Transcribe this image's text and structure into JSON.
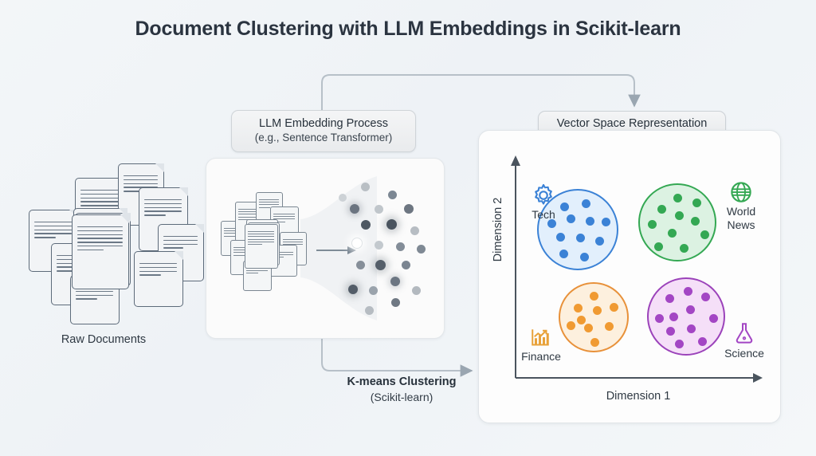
{
  "page": {
    "title": "Document Clustering with LLM Embeddings in Scikit-learn",
    "background_color": "#f1f5f8"
  },
  "stages": {
    "raw_documents": {
      "caption": "Raw Documents",
      "document_count": 11
    },
    "embedding": {
      "label_line1": "LLM Embedding Process",
      "label_line2": "(e.g., Sentence Transformer)",
      "mini_document_count": 11,
      "embedding_dot_count": 22
    },
    "clustering": {
      "label_line1": "K-means Clustering",
      "label_line2": "(Scikit-learn)"
    },
    "vector_space": {
      "label": "Vector Space Representation",
      "x_axis_label": "Dimension 1",
      "y_axis_label": "Dimension 2"
    }
  },
  "chart_data": {
    "type": "scatter",
    "title": "Vector Space Representation",
    "xlabel": "Dimension 1",
    "ylabel": "Dimension 2",
    "grid": false,
    "legend": "inline-icon-labels",
    "clusters": [
      {
        "name": "Tech",
        "icon": "gear-icon",
        "color": "#3b82d6",
        "fill": "#dbeafe",
        "label_position": "top-left",
        "point_count": 11,
        "center": [
          0.28,
          0.72
        ],
        "radius": 0.16,
        "points": [
          [
            0.22,
            0.83
          ],
          [
            0.33,
            0.85
          ],
          [
            0.16,
            0.74
          ],
          [
            0.27,
            0.76
          ],
          [
            0.36,
            0.75
          ],
          [
            0.43,
            0.76
          ],
          [
            0.21,
            0.69
          ],
          [
            0.3,
            0.68
          ],
          [
            0.38,
            0.7
          ],
          [
            0.26,
            0.61
          ],
          [
            0.36,
            0.63
          ]
        ]
      },
      {
        "name": "World News",
        "icon": "globe-icon",
        "color": "#34a853",
        "fill": "#d8f0de",
        "label_position": "top-right",
        "point_count": 10,
        "center": [
          0.68,
          0.74
        ],
        "radius": 0.15,
        "points": [
          [
            0.66,
            0.86
          ],
          [
            0.75,
            0.84
          ],
          [
            0.59,
            0.79
          ],
          [
            0.67,
            0.79
          ],
          [
            0.55,
            0.74
          ],
          [
            0.72,
            0.73
          ],
          [
            0.63,
            0.71
          ],
          [
            0.79,
            0.7
          ],
          [
            0.58,
            0.65
          ],
          [
            0.7,
            0.64
          ]
        ]
      },
      {
        "name": "Finance",
        "icon": "bar-chart-icon",
        "color": "#e8913a",
        "fill": "#fdecd8",
        "label_position": "bottom-left",
        "point_count": 9,
        "center": [
          0.33,
          0.27
        ],
        "radius": 0.14,
        "points": [
          [
            0.32,
            0.37
          ],
          [
            0.25,
            0.31
          ],
          [
            0.37,
            0.3
          ],
          [
            0.44,
            0.32
          ],
          [
            0.21,
            0.25
          ],
          [
            0.3,
            0.24
          ],
          [
            0.4,
            0.23
          ],
          [
            0.34,
            0.16
          ],
          [
            0.27,
            0.34
          ]
        ]
      },
      {
        "name": "Science",
        "icon": "flask-icon",
        "color": "#9b42ba",
        "fill": "#f3dcf7",
        "label_position": "bottom-right",
        "point_count": 11,
        "center": [
          0.7,
          0.27
        ],
        "radius": 0.155,
        "points": [
          [
            0.69,
            0.39
          ],
          [
            0.61,
            0.36
          ],
          [
            0.77,
            0.36
          ],
          [
            0.66,
            0.32
          ],
          [
            0.56,
            0.29
          ],
          [
            0.73,
            0.29
          ],
          [
            0.82,
            0.29
          ],
          [
            0.6,
            0.25
          ],
          [
            0.7,
            0.24
          ],
          [
            0.63,
            0.17
          ],
          [
            0.75,
            0.17
          ]
        ]
      }
    ]
  },
  "connectors": [
    {
      "name": "documents-to-embedding",
      "from": "raw_documents",
      "to": "embedding",
      "style": "straight-arrow"
    },
    {
      "name": "embedding-to-vectorspace-top",
      "from": "embedding",
      "to": "vector_space",
      "style": "elbow-arrow-top"
    },
    {
      "name": "embedding-to-vectorspace-bottom",
      "from": "embedding",
      "to": "vector_space",
      "style": "elbow-arrow-bottom",
      "label": "K-means Clustering"
    }
  ]
}
